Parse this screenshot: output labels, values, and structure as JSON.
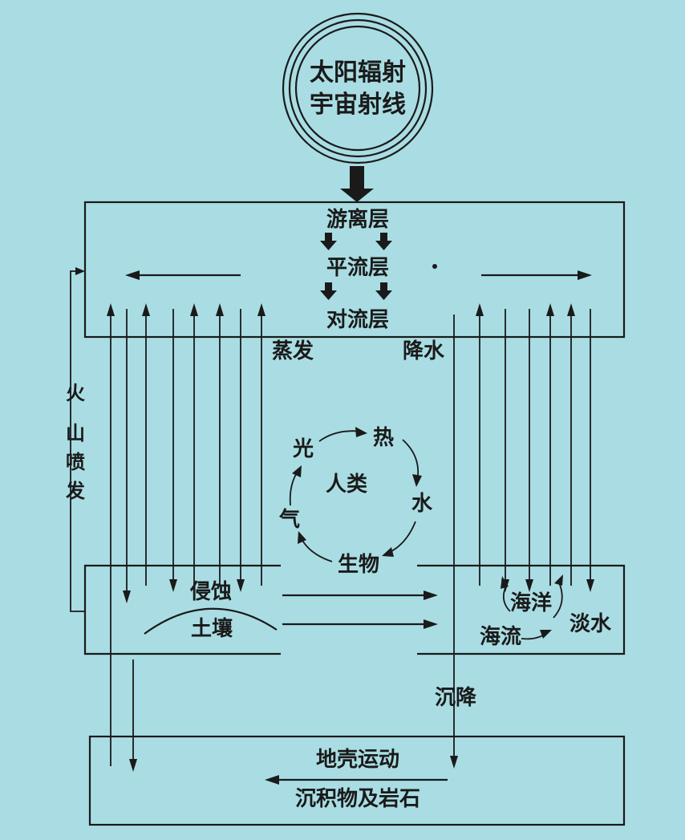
{
  "sun": {
    "line1": "太阳辐射",
    "line2": "宇宙射线"
  },
  "atmosphere": {
    "layer1": "游离层",
    "layer2": "平流层",
    "layer3": "对流层"
  },
  "labels": {
    "evaporation": "蒸发",
    "precipitation": "降水",
    "volcano": [
      "火",
      "山",
      "喷",
      "发"
    ],
    "erosion": "侵蚀",
    "soil": "土壤",
    "ocean": "海洋",
    "current": "海流",
    "freshwater": "淡水",
    "sedimentation": "沉降",
    "crust_movement": "地壳运动",
    "rocks": "沉积物及岩石"
  },
  "cycle": {
    "center": "人类",
    "items": {
      "light": "光",
      "heat": "热",
      "water": "水",
      "biota": "生物",
      "gas": "气"
    }
  },
  "colors": {
    "background": "#a9dde3",
    "ink": "#1a1a1a"
  }
}
